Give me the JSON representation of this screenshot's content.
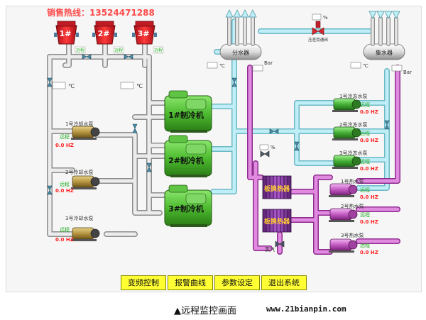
{
  "header": {
    "hotline": "销售热线：13524471288"
  },
  "towers": [
    {
      "label": "1#",
      "status": "远程"
    },
    {
      "label": "2#",
      "status": "远程"
    },
    {
      "label": "3#",
      "status": "远程"
    }
  ],
  "headers_main": {
    "supply_header": "分水器",
    "return_header": "集水器",
    "bypass_valve_pct": "%",
    "bypass_valve_label": "压差旁通阀",
    "supply_unit_temp": "℃",
    "supply_unit_pressure": "Bar",
    "return_unit_temp": "℃",
    "return_unit_pressure": "Bar"
  },
  "cooling_water": {
    "left_temp_unit": "℃",
    "right_temp_unit": "℃"
  },
  "cooling_pumps": [
    {
      "label": "1号冷却水泵",
      "status": "远程",
      "freq": "0.0 HZ"
    },
    {
      "label": "2号冷却水泵",
      "status": "远程",
      "freq": "0.0 HZ"
    },
    {
      "label": "3号冷却水泵",
      "status": "远程",
      "freq": "0.0 HZ"
    }
  ],
  "chillers": [
    {
      "label": "1#制冷机"
    },
    {
      "label": "2#制冷机"
    },
    {
      "label": "3#制冷机"
    }
  ],
  "chilled_pumps": [
    {
      "label": "1号冷冻水泵",
      "status": "远程",
      "freq": "0.0 HZ"
    },
    {
      "label": "2号冷冻水泵",
      "status": "远程",
      "freq": "0.0 HZ"
    },
    {
      "label": "3号冷冻水泵",
      "status": "远程",
      "freq": "0.0 HZ"
    }
  ],
  "hot_pumps": [
    {
      "label": "1号热水泵",
      "status": "远程",
      "freq": "0.0 HZ"
    },
    {
      "label": "2号热水泵",
      "status": "远程",
      "freq": "0.0 HZ"
    },
    {
      "label": "3号热水泵",
      "status": "远程",
      "freq": "0.0 HZ"
    }
  ],
  "exchangers": [
    {
      "label": "板换热器"
    },
    {
      "label": "板换热器"
    }
  ],
  "steam": {
    "label": "蒸汽",
    "valve_pct": "%"
  },
  "buttons": [
    {
      "label": "变频控制"
    },
    {
      "label": "报警曲线"
    },
    {
      "label": "参数设定"
    },
    {
      "label": "退出系统"
    }
  ],
  "caption": "▲远程监控画面",
  "website": "www.21bianpin.com",
  "colors": {
    "pipe_fill": "#e8e8e8",
    "pipe_edge": "#9a9a9a",
    "chilled_pipe": "#b6ecf5",
    "hot_pipe": "#d66ad6",
    "chiller_green": "#55c93a",
    "tower_red": "#e0202a",
    "status_green": "#22aa22",
    "freq_red": "#ff2020",
    "button_yellow": "#ffff33"
  }
}
